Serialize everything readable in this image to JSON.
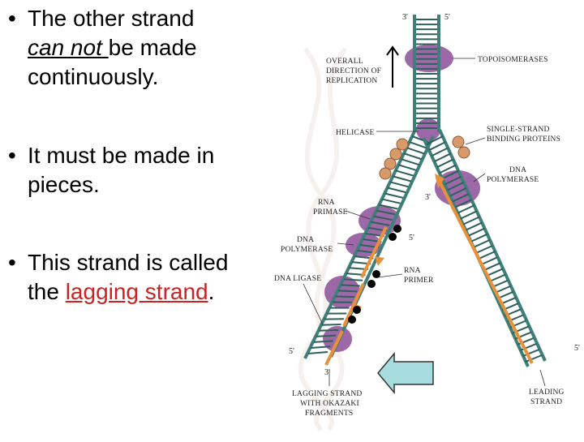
{
  "slide": {
    "bullets": [
      {
        "symbol": "•",
        "line1": "The other strand",
        "line2_emph": "can not ",
        "line2_rest": "be made",
        "line3": "continuously."
      },
      {
        "symbol": "•",
        "line1": "It must be made in",
        "line2": "pieces."
      },
      {
        "symbol": "•",
        "line1": "This strand is called",
        "line2_pre": "the ",
        "line2_term": "lagging strand",
        "line2_post": "."
      }
    ]
  },
  "figure": {
    "labels": {
      "overall_1": "OVERALL",
      "overall_2": "DIRECTION OF",
      "overall_3": "REPLICATION",
      "topoisomerases": "TOPOISOMERASES",
      "helicase": "HELICASE",
      "ssb_1": "SINGLE-STRAND",
      "ssb_2": "BINDING PROTEINS",
      "dnapol_right_1": "DNA",
      "dnapol_right_2": "POLYMERASE",
      "rna_primase_1": "RNA",
      "rna_primase_2": "PRIMASE",
      "dnapol_left_1": "DNA",
      "dnapol_left_2": "POLYMERASE",
      "rna_primer_1": "RNA",
      "rna_primer_2": "PRIMER",
      "dna_ligase": "DNA LIGASE",
      "lagging_1": "LAGGING STRAND",
      "lagging_2": "WITH OKAZAKI",
      "lagging_3": "FRAGMENTS",
      "leading_1": "LEADING",
      "leading_2": "STRAND"
    },
    "primes": {
      "top_left": "3'",
      "top_right": "5'",
      "right_3": "3'",
      "mid_5": "5'",
      "left_5": "5'",
      "lag_3": "3'",
      "right_5": "5'"
    },
    "colors": {
      "backbone": "#3f7f7a",
      "rung": "#2f5f5a",
      "protein": "#8c4e99",
      "ssb": "#d99a6a",
      "new_strand": "#e8913a",
      "arrow_fill": "#a8dde0"
    }
  }
}
